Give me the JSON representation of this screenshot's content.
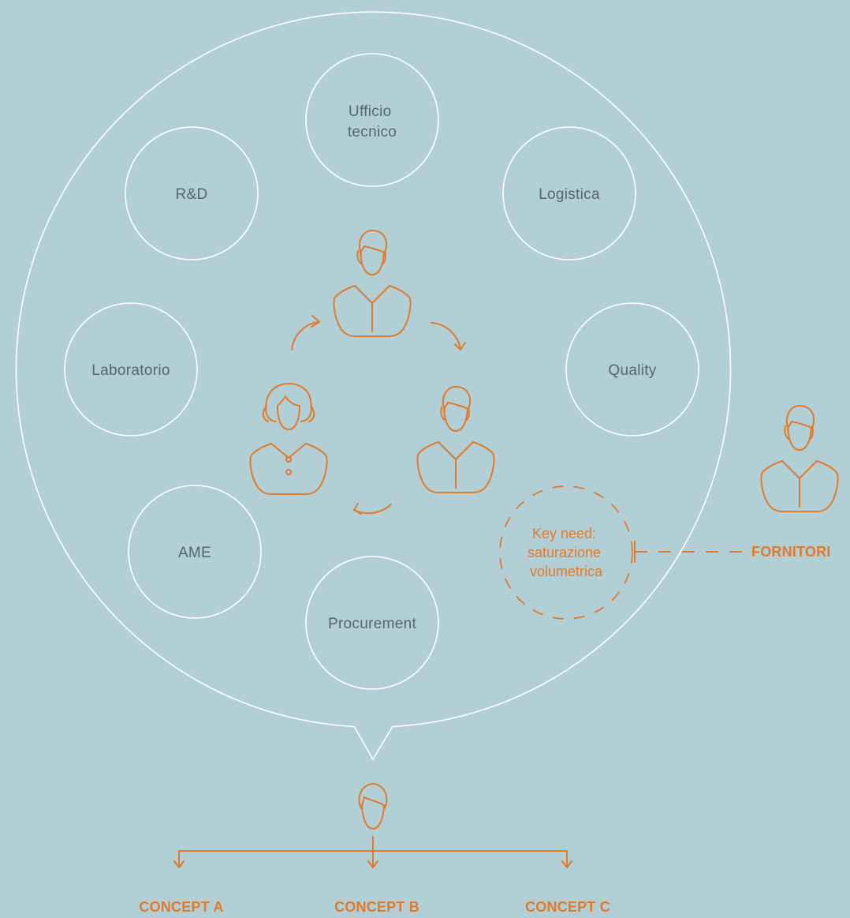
{
  "colors": {
    "background": "#b2cfd6",
    "outline": "#ffffff",
    "accent": "#e07a2c",
    "label": "#55656c"
  },
  "departments": [
    {
      "id": "ufficio-tecnico",
      "lines": [
        "Ufficio",
        "tecnico"
      ]
    },
    {
      "id": "logistica",
      "lines": [
        "Logistica"
      ]
    },
    {
      "id": "rd",
      "lines": [
        "R&D"
      ]
    },
    {
      "id": "laboratorio",
      "lines": [
        "Laboratorio"
      ]
    },
    {
      "id": "quality",
      "lines": [
        "Quality"
      ]
    },
    {
      "id": "ame",
      "lines": [
        "AME"
      ]
    },
    {
      "id": "procurement",
      "lines": [
        "Procurement"
      ]
    }
  ],
  "key_need": {
    "lines": [
      "Key need:",
      "saturazione",
      "volumetrica"
    ]
  },
  "supplier_label": "FORNITORI",
  "concepts": [
    "CONCEPT A",
    "CONCEPT B",
    "CONCEPT C"
  ],
  "icons": [
    "team-man-top-icon",
    "team-woman-icon",
    "team-man-right-icon",
    "supplier-person-icon",
    "leader-head-icon",
    "cycle-arrow-icon"
  ]
}
